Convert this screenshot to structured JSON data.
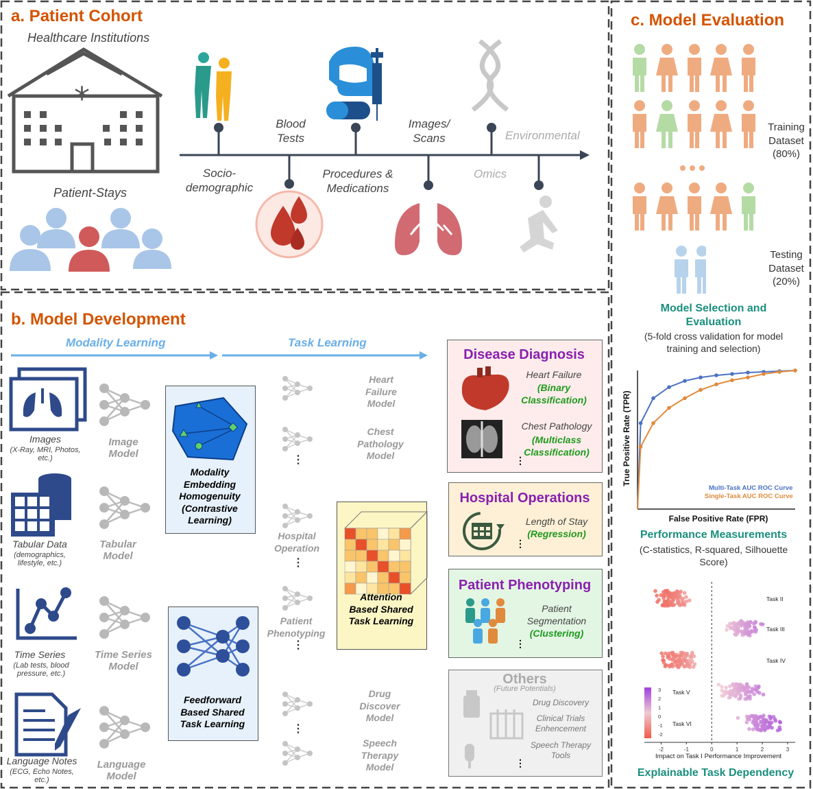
{
  "section_a": {
    "title": "a. Patient Cohort",
    "institutions": "Healthcare Institutions",
    "patient_stays": "Patient-Stays",
    "timeline": {
      "socio": "Socio-\ndemographic",
      "blood": "Blood\nTests",
      "procedures": "Procedures &\nMedications",
      "images": "Images/\nScans",
      "omics": "Omics",
      "environmental": "Environmental"
    }
  },
  "section_b": {
    "title": "b. Model Development",
    "modality_learning": "Modality Learning",
    "task_learning": "Task Learning",
    "inputs": [
      {
        "name": "Images",
        "sub": "(X-Ray, MRI, Photos,\netc.)",
        "model": "Image\nModel"
      },
      {
        "name": "Tabular Data",
        "sub": "(demographics,\nlifestyle, etc.)",
        "model": "Tabular\nModel"
      },
      {
        "name": "Time Series",
        "sub": "(Lab tests, blood\npressure, etc.)",
        "model": "Time Series\nModel"
      },
      {
        "name": "Language Notes",
        "sub": "(ECG, Echo Notes,\netc.)",
        "model": "Language\nModel"
      }
    ],
    "modality_box": "Modality\nEmbedding\nHomogenuity\n(Contrastive\nLearning)",
    "feedforward_box": "Feedforward\nBased Shared\nTask Learning",
    "attention_box": "Attention\nBased Shared\nTask Learning",
    "task_models": {
      "heart": "Heart\nFailure\nModel",
      "chest": "Chest\nPathology\nModel",
      "hospital": "Hospital\nOperation",
      "phenotyping": "Patient\nPhenotyping",
      "drug": "Drug\nDiscover\nModel",
      "speech": "Speech\nTherapy\nModel"
    },
    "ellipsis": "⋮",
    "disease": {
      "title": "Disease Diagnosis",
      "hf": "Heart Failure",
      "hf_type": "(Binary\nClassification)",
      "cp": "Chest Pathology",
      "cp_type": "(Multiclass\nClassification)"
    },
    "operations": {
      "title": "Hospital Operations",
      "los": "Length of Stay",
      "los_type": "(Regression)"
    },
    "phenotype": {
      "title": "Patient Phenotyping",
      "seg": "Patient\nSegmentation",
      "seg_type": "(Clustering)"
    },
    "others": {
      "title": "Others",
      "sub": "(Future Potentials)",
      "items": [
        "Drug Discovery",
        "Clinical Trials\nEnhencement",
        "Speech Therapy\nTools"
      ]
    }
  },
  "section_c": {
    "title": "c. Model Evaluation",
    "training": "Training\nDataset\n(80%)",
    "testing": "Testing\nDataset\n(20%)",
    "selection_title": "Model Selection and\nEvaluation",
    "selection_sub": "(5-fold cross validation for model\ntraining and selection)",
    "perf_title": "Performance Measurements",
    "perf_sub": "(C-statistics, R-squared, Silhouette\nScore)",
    "dependency_title": "Explainable Task Dependency"
  },
  "chart_data": [
    {
      "type": "line",
      "xlabel": "False Positive Rate (FPR)",
      "ylabel": "True Positive Rate (TPR)",
      "xlim": [
        0,
        1
      ],
      "ylim": [
        0,
        1
      ],
      "series": [
        {
          "name": "Multi-Task AUC ROC Curve",
          "color": "#4a72c4",
          "x": [
            0,
            0.02,
            0.1,
            0.2,
            0.3,
            0.4,
            0.5,
            0.6,
            0.7,
            0.8,
            0.9,
            1.0
          ],
          "y": [
            0,
            0.62,
            0.8,
            0.88,
            0.925,
            0.95,
            0.965,
            0.975,
            0.985,
            0.99,
            0.995,
            1.0
          ]
        },
        {
          "name": "Single-Task AUC ROC Curve",
          "color": "#e08a3c",
          "x": [
            0,
            0.02,
            0.1,
            0.2,
            0.3,
            0.4,
            0.5,
            0.6,
            0.7,
            0.8,
            0.9,
            1.0
          ],
          "y": [
            0,
            0.45,
            0.62,
            0.73,
            0.8,
            0.86,
            0.9,
            0.93,
            0.95,
            0.975,
            0.99,
            1.0
          ]
        }
      ],
      "legend": "bottom-right"
    },
    {
      "type": "scatter",
      "xlabel": "Impact on Task I Performance Improvement",
      "xlim": [
        -2.5,
        3.3
      ],
      "xticks": [
        -2,
        -1,
        0,
        1,
        2,
        3
      ],
      "categories": [
        "Task II",
        "Task III",
        "Task IV",
        "Task V",
        "Task VI"
      ],
      "centers": [
        -1.5,
        1.3,
        -1.3,
        1.2,
        2.0
      ],
      "spread": [
        0.9,
        0.9,
        0.9,
        1.1,
        1.1
      ],
      "colorbar": {
        "ticks": [
          "3",
          "2",
          "1",
          "0",
          "-1",
          "-2"
        ],
        "low": "#f05a4a",
        "high": "#a040e0"
      }
    }
  ]
}
